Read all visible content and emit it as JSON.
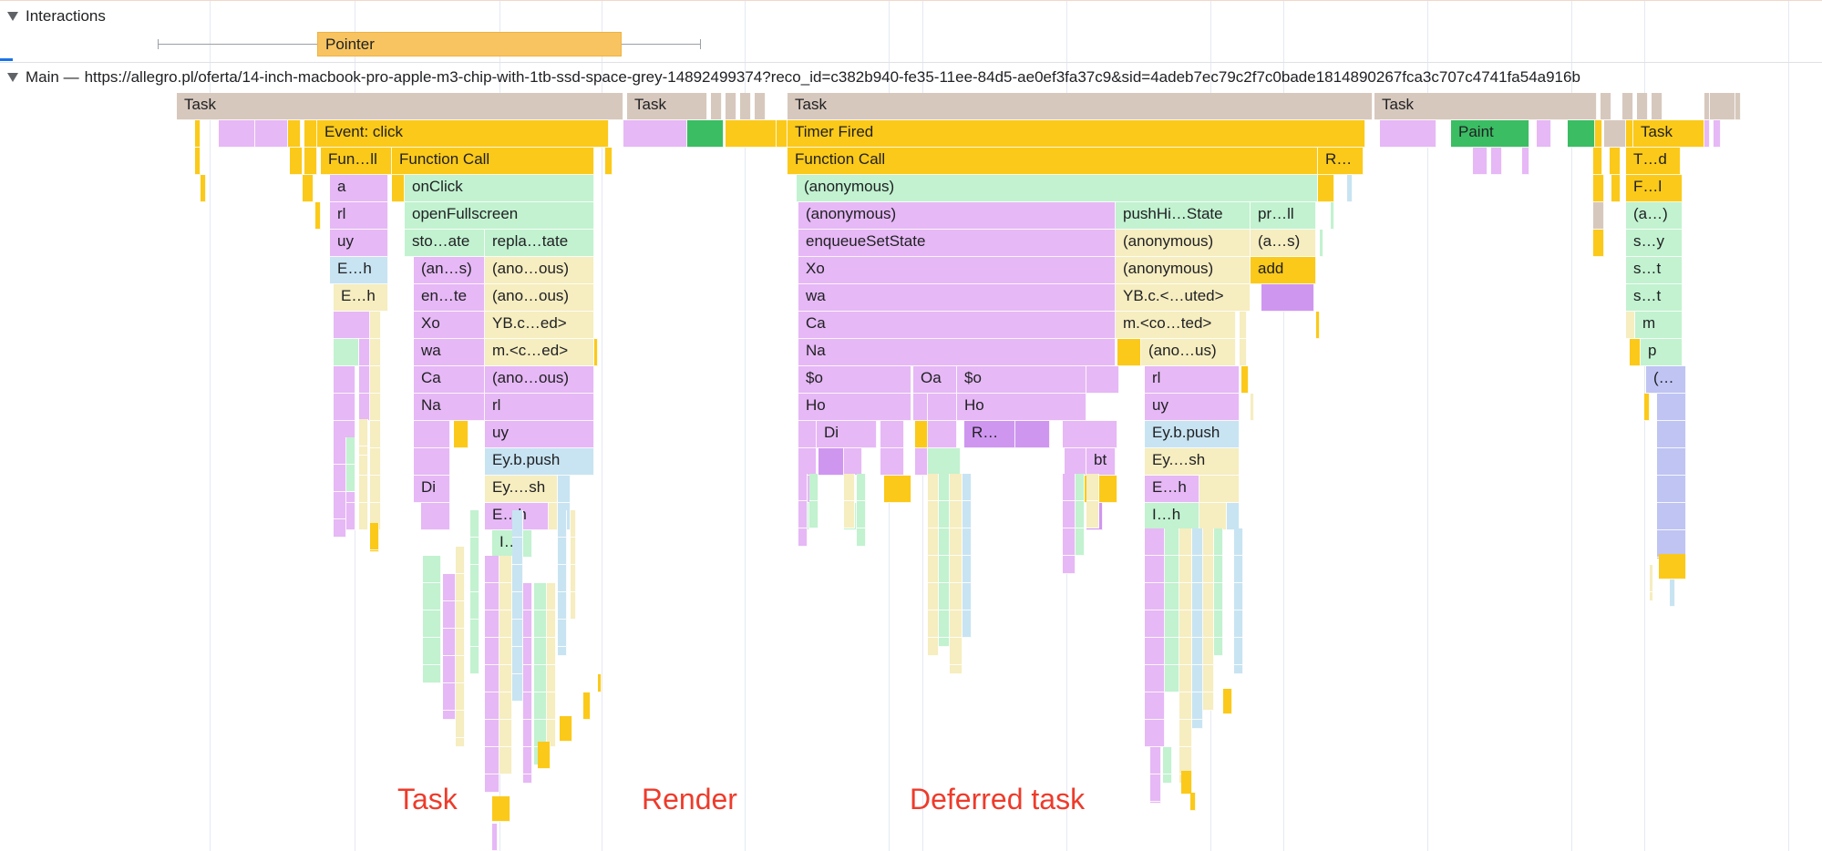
{
  "tracks": {
    "interactions_label": "Interactions",
    "interaction_pointer_label": "Pointer",
    "main_label": "Main —",
    "main_url": "https://allegro.pl/oferta/14-inch-macbook-pro-apple-m3-chip-with-1tb-ssd-space-grey-14892499374?reco_id=c382b940-fe35-11ee-84d5-ae0ef3fa37c9&sid=4adeb7ec79c2f7c0bade1814890267fca3c707c4741fa54a916b"
  },
  "annotations": {
    "task": "Task",
    "render": "Render",
    "deferred_task": "Deferred task"
  },
  "colors": {
    "task": "#d7c8bd",
    "script": "#fbc919",
    "js_purple": "#e6b8f5",
    "js_green": "#c2f2d0",
    "js_cream": "#f6edc0",
    "js_blue": "#c8e4f2",
    "js_lavender": "#bfc4f3",
    "paint": "#3bbd63",
    "annotation": "#ee3b2b"
  },
  "flame": {
    "row0": [
      "Task",
      "Task",
      "Task",
      "Task"
    ],
    "row1": [
      "Event: click",
      "Timer Fired",
      "Paint",
      "Task"
    ],
    "row2": [
      "Fun…ll",
      "Function Call",
      "Function Call",
      "R…",
      "T…d"
    ],
    "row3": [
      "a",
      "onClick",
      "(anonymous)",
      "F…l"
    ],
    "row4": [
      "rl",
      "openFullscreen",
      "(anonymous)",
      "pushHi…State",
      "pr…ll",
      "(a…)"
    ],
    "row5": [
      "uy",
      "sto…ate",
      "repla…tate",
      "enqueueSetState",
      "(anonymous)",
      "(a…s)",
      "s…y"
    ],
    "row6": [
      "E…h",
      "(an…s)",
      "(ano…ous)",
      "Xo",
      "(anonymous)",
      "add",
      "s…t"
    ],
    "row7": [
      "E…h",
      "en…te",
      "(ano…ous)",
      "wa",
      "YB.c.<…uted>",
      "s…t"
    ],
    "row8": [
      "Xo",
      "YB.c…ed>",
      "Ca",
      "m.<co…ted>",
      "m"
    ],
    "row9": [
      "wa",
      "m.<c…ed>",
      "Na",
      "(ano…us)",
      "p"
    ],
    "row10": [
      "Ca",
      "(ano…ous)",
      "$o",
      "Oa",
      "$o",
      "rl",
      "(…"
    ],
    "row11": [
      "Na",
      "rl",
      "Ho",
      "Ho",
      "uy"
    ],
    "row12": [
      "uy",
      "Di",
      "R…",
      "Ey.b.push"
    ],
    "row13": [
      "Ey.b.push",
      "bt",
      "Ey.…sh"
    ],
    "row14": [
      "Di",
      "Ey.…sh",
      "E…h"
    ],
    "row15": [
      "E…h",
      "I…h"
    ],
    "row16": [
      "I…"
    ]
  }
}
